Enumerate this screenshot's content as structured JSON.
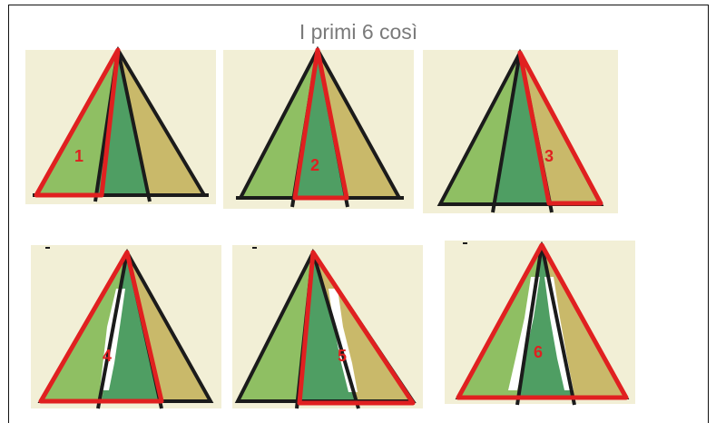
{
  "title": "I primi 6 così",
  "colors": {
    "light_green": "#8fbf63",
    "dark_green": "#4f9e63",
    "tan": "#c9b96a",
    "background_tint": "#f2efd6",
    "outline": "#1b1b1b",
    "highlight": "#e02020",
    "white_gap": "#ffffff"
  },
  "panels": [
    {
      "number": "1"
    },
    {
      "number": "2"
    },
    {
      "number": "3"
    },
    {
      "number": "4"
    },
    {
      "number": "5"
    },
    {
      "number": "6"
    }
  ]
}
